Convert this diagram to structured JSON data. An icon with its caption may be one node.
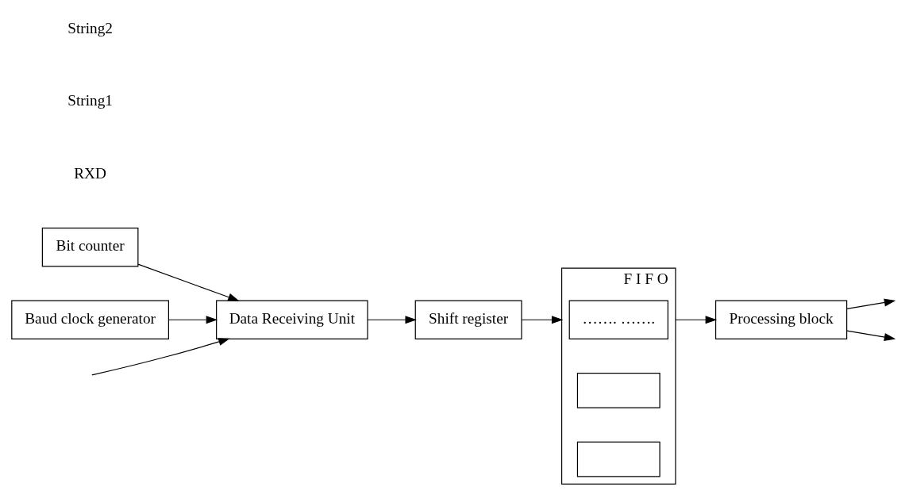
{
  "diagram": {
    "nodes": [
      {
        "text": [
          "Bit counter"
        ]
      },
      {
        "text": [
          "Data Receiving Unit"
        ]
      },
      {
        "text": [
          "Baud clock generator"
        ]
      },
      {
        "text": [
          "Shift register"
        ]
      },
      {
        "text": [
          "F I F O"
        ]
      },
      {
        "text": [
          "……. ……."
        ],
        "in": 4
      },
      {
        "text": [],
        "shape": "box",
        "in": 4
      },
      {
        "text": [],
        "shape": "box",
        "in": 4
      },
      {
        "text": [
          "Processing block"
        ]
      }
    ],
    "edges": [
      {
        "from": 0,
        "to": 1,
        "arrow": "to"
      },
      {
        "from": 2,
        "to": 1,
        "arrow": "to"
      },
      {
        "from": null,
        "to": 1,
        "arrow": "to"
      },
      {
        "from": 1,
        "to": 3,
        "arrow": "to"
      },
      {
        "from": 3,
        "to": 4,
        "arrow": "to"
      },
      {
        "from": 4,
        "to": 8,
        "arrow": "to"
      },
      {
        "from": 8,
        "to": null,
        "arrow": "to"
      },
      {
        "from": 8,
        "to": null,
        "arrow": "to"
      }
    ],
    "labels": [
      "RXD",
      "String1",
      "String2"
    ]
  }
}
